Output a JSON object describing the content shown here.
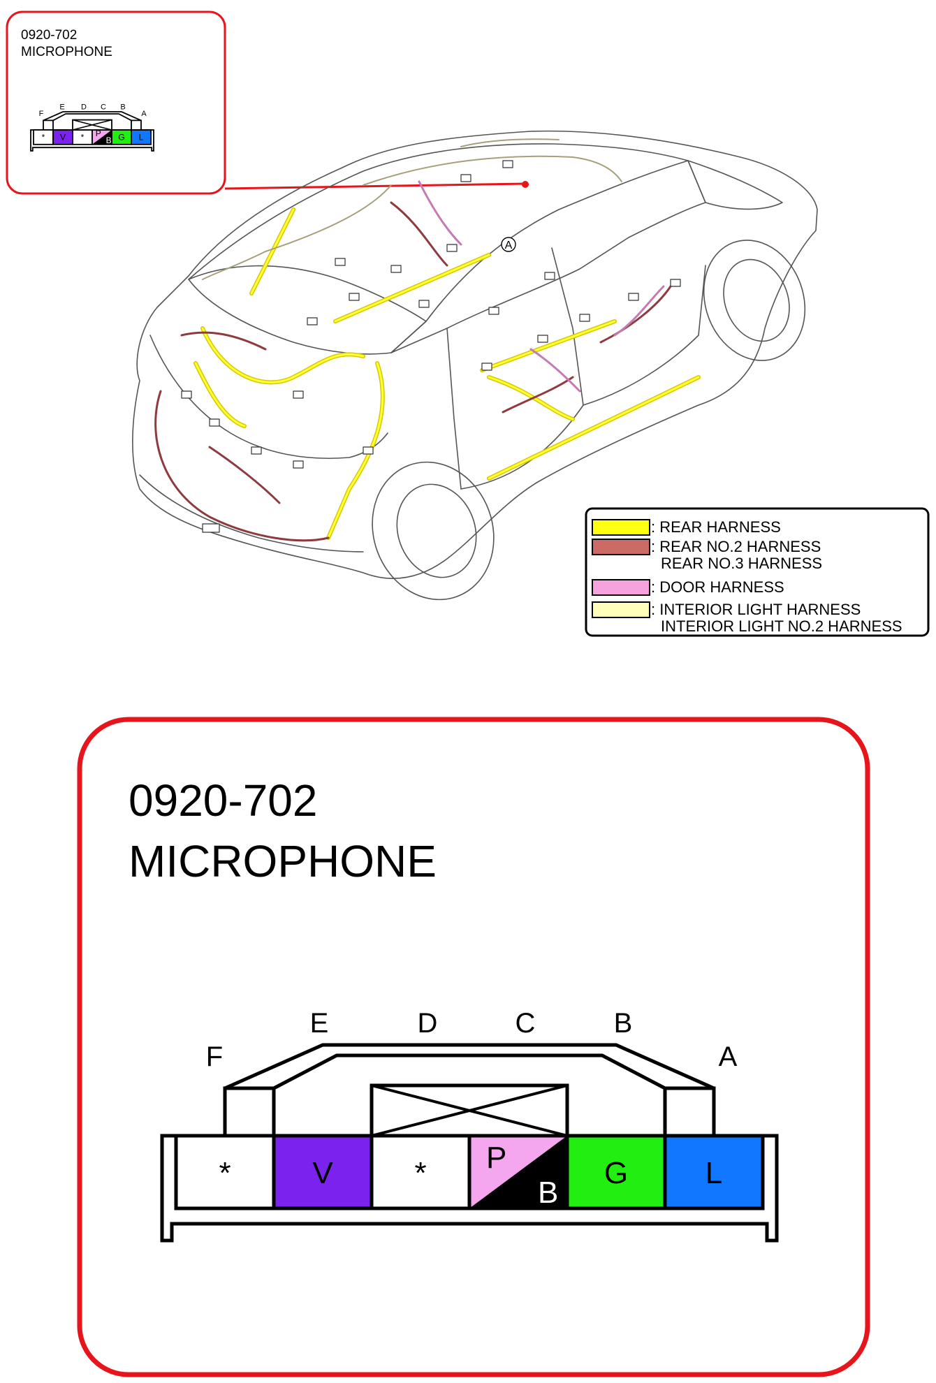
{
  "connector": {
    "code": "0920-702",
    "name": "MICROPHONE",
    "pins_top": [
      {
        "id": "F"
      },
      {
        "id": "E"
      },
      {
        "id": "D"
      },
      {
        "id": "C"
      },
      {
        "id": "B"
      },
      {
        "id": "A"
      }
    ],
    "cells": [
      {
        "label": "*",
        "fill": "#ffffff",
        "text_color": "#000000"
      },
      {
        "label": "V",
        "fill": "#7b22ee",
        "text_color": "#000000"
      },
      {
        "label": "*",
        "fill": "#ffffff",
        "text_color": "#000000"
      },
      {
        "label": "P",
        "label2": "B",
        "fill": "#f4a6ee",
        "fill2": "#000000",
        "text_color": "#000000",
        "text_color2": "#ffffff"
      },
      {
        "label": "G",
        "fill": "#22ee11",
        "text_color": "#000000"
      },
      {
        "label": "L",
        "fill": "#1177ff",
        "text_color": "#000000"
      }
    ]
  },
  "callout": {
    "marker_label": "A",
    "accent_color": "#e8141b"
  },
  "legend": [
    {
      "color": "#ffff11",
      "lines": [
        ": REAR HARNESS"
      ]
    },
    {
      "color": "#cc6a66",
      "lines": [
        ": REAR NO.2 HARNESS",
        "REAR NO.3 HARNESS"
      ]
    },
    {
      "color": "#f6a3dd",
      "lines": [
        ": DOOR HARNESS"
      ]
    },
    {
      "color": "#ffffbb",
      "lines": [
        ": INTERIOR LIGHT HARNESS",
        "INTERIOR LIGHT NO.2 HARNESS"
      ]
    }
  ]
}
